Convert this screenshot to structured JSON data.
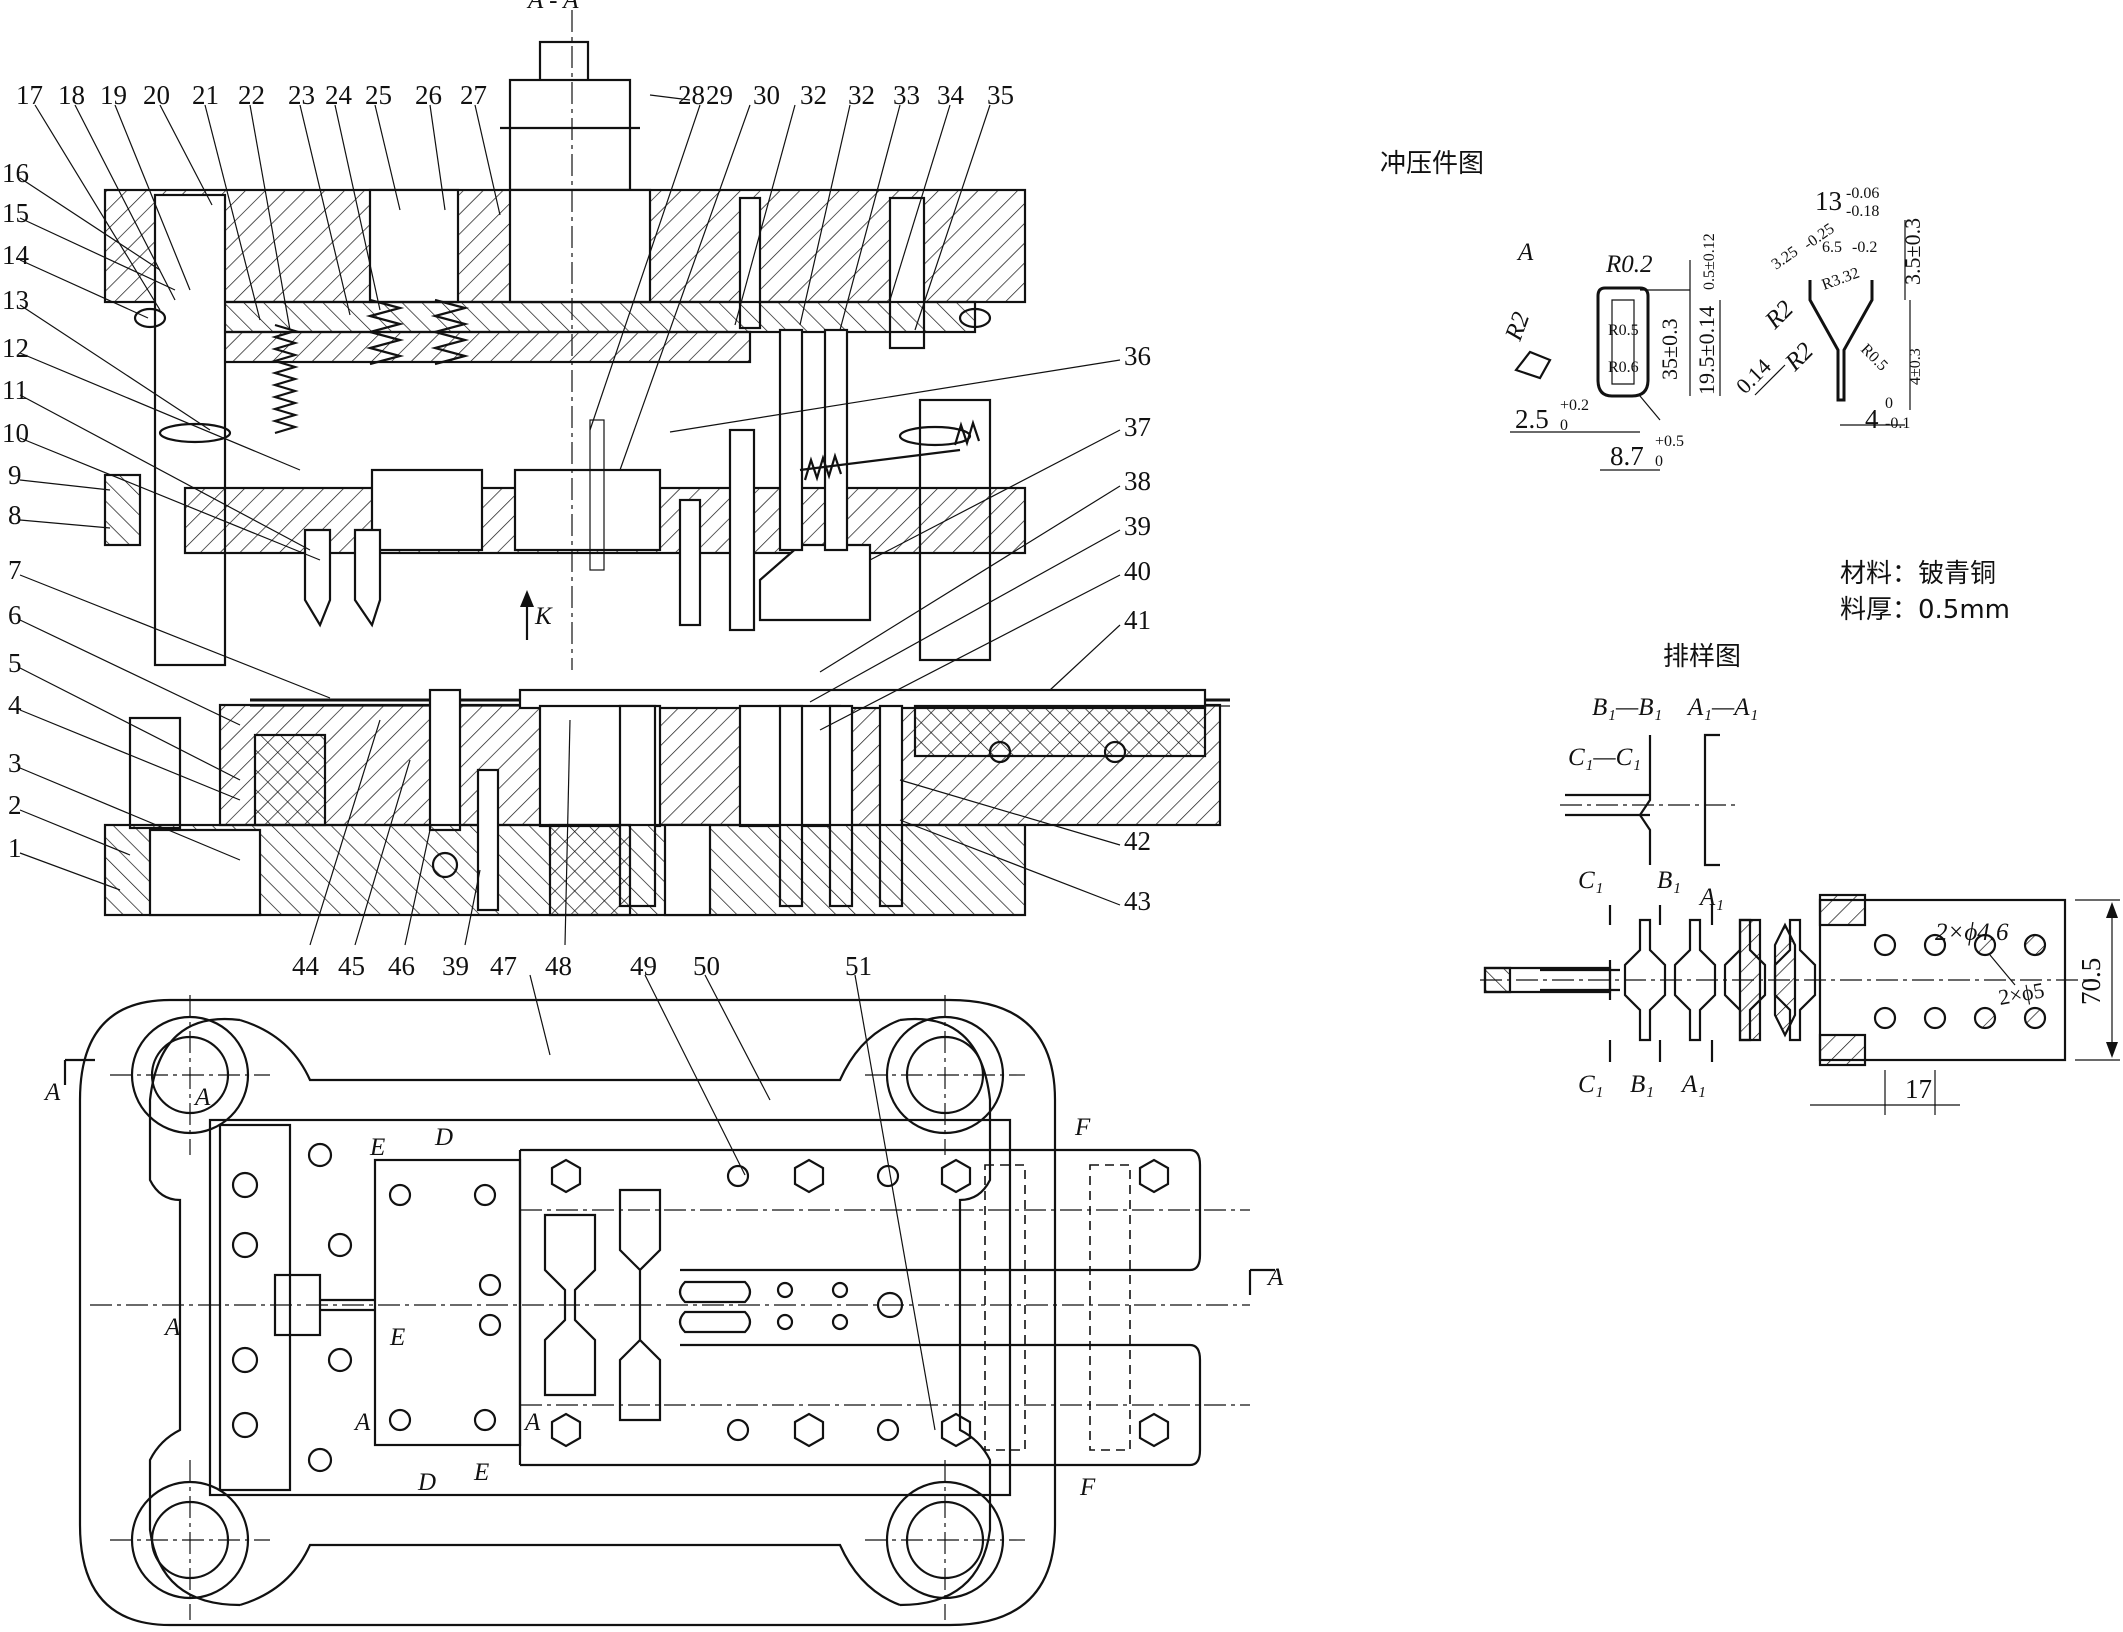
{
  "part_labels_left": [
    "17",
    "18",
    "19",
    "20",
    "21",
    "22",
    "23",
    "24",
    "25",
    "26",
    "27",
    "16",
    "15",
    "14",
    "13",
    "12",
    "11",
    "10",
    "9",
    "8",
    "7",
    "6",
    "5",
    "4",
    "3",
    "2",
    "1"
  ],
  "part_labels_top": [
    "28",
    "29",
    "30",
    "32",
    "32",
    "33",
    "34",
    "35"
  ],
  "part_labels_right": [
    "36",
    "37",
    "38",
    "39",
    "40",
    "41",
    "42",
    "43"
  ],
  "part_labels_bottom": [
    "44",
    "45",
    "46",
    "39",
    "47",
    "48",
    "49",
    "50",
    "51"
  ],
  "section_marks": {
    "aa_top": "A - A",
    "a": "A",
    "k": "K",
    "d": "D",
    "e": "E",
    "f": "F"
  },
  "part_drawing": {
    "title": "冲压件图",
    "view_label": "A",
    "dims": {
      "r02": "R0.2",
      "r2": "R2",
      "r05": "R0.5",
      "r06": "R0.6",
      "d25": "2.5",
      "d25_tol": "+0.2",
      "d25_tol0": "0",
      "d87": "8.7",
      "d87_tol": "+0.5",
      "d87_tol0": "0",
      "d35": "35±0.3",
      "d195": "19.5±0.14",
      "d05": "0.5±0.12",
      "d014": "0.14",
      "d325": "3.25",
      "d325_tol": "-0.25",
      "d13": "13",
      "d13_tol_up": "-0.06",
      "d13_tol_lo": "-0.18",
      "d65": "6.5",
      "d65_tol": "-0.2",
      "r32": "R3.32",
      "d35b": "3.5±0.3",
      "d4b": "4±0.3",
      "d4": "4",
      "d4_tol_up": "0",
      "d4_tol_lo": "-0.1"
    },
    "material": "材料：铍青铜",
    "thickness": "料厚：0.5mm"
  },
  "strip_layout": {
    "title": "排样图",
    "b1b1": "B₁—B₁",
    "a1a1": "A₁—A₁",
    "c1c1": "C₁—C₁",
    "c1": "C₁",
    "b1": "B₁",
    "a1": "A₁",
    "hole1": "2×ϕ4.6",
    "hole2": "2×ϕ5",
    "width": "70.5",
    "pitch": "17"
  }
}
